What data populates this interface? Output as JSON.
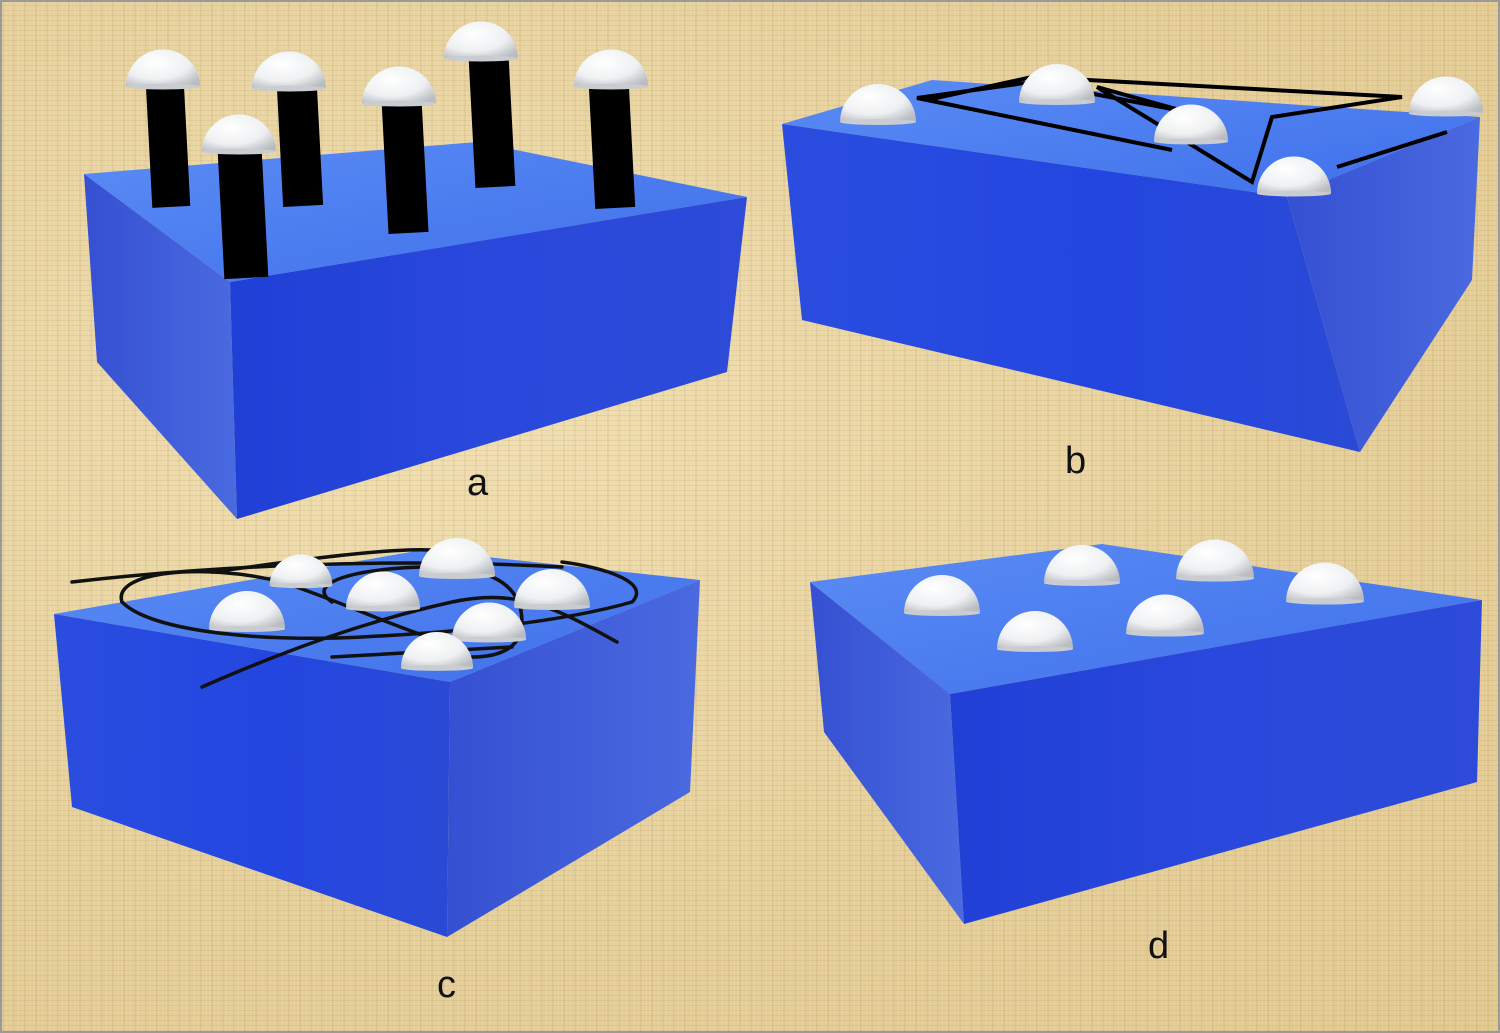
{
  "panels": [
    {
      "id": "a",
      "label": "a",
      "description_shape": "pillars-with-caps"
    },
    {
      "id": "b",
      "label": "b",
      "description_shape": "zigzag-chain"
    },
    {
      "id": "c",
      "label": "c",
      "description_shape": "fiber-network"
    },
    {
      "id": "d",
      "label": "d",
      "description_shape": "bare-domes"
    }
  ],
  "colors": {
    "background": "#ecd7a4",
    "block_top": "#4a7cf0",
    "block_front": "#2340d8",
    "block_side": "#3557d4",
    "dome": "#f2f4f6",
    "pillar": "#000000",
    "fiber": "#111111",
    "label": "#111111"
  }
}
